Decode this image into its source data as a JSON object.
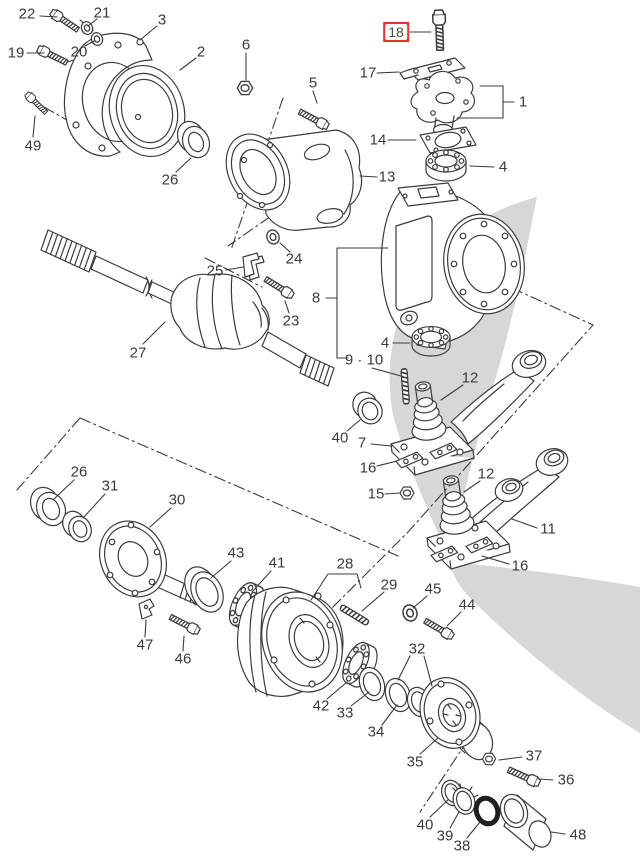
{
  "diagram": {
    "description": "Exploded parts diagram of a front axle steering knuckle and hub assembly",
    "colors": {
      "background": "#ffffff",
      "line": "#3c3c3c",
      "watermark": "#d7d7d7",
      "highlight_box": "#e5312b",
      "highlight_text": "#4a4a4a",
      "bold_ring": "#1e1e1e"
    },
    "highlighted_part": "18",
    "labels": [
      {
        "id": "22",
        "text": "22"
      },
      {
        "id": "21",
        "text": "21"
      },
      {
        "id": "19",
        "text": "19"
      },
      {
        "id": "20",
        "text": "20"
      },
      {
        "id": "3",
        "text": "3"
      },
      {
        "id": "2",
        "text": "2"
      },
      {
        "id": "49",
        "text": "49"
      },
      {
        "id": "26-upper",
        "text": "26"
      },
      {
        "id": "6",
        "text": "6"
      },
      {
        "id": "5",
        "text": "5"
      },
      {
        "id": "18",
        "text": "18"
      },
      {
        "id": "17",
        "text": "17"
      },
      {
        "id": "1",
        "text": "1"
      },
      {
        "id": "14",
        "text": "14"
      },
      {
        "id": "4-upper",
        "text": "4"
      },
      {
        "id": "13",
        "text": "13"
      },
      {
        "id": "24",
        "text": "24"
      },
      {
        "id": "25",
        "text": "25"
      },
      {
        "id": "23",
        "text": "23"
      },
      {
        "id": "27",
        "text": "27"
      },
      {
        "id": "8",
        "text": "8"
      },
      {
        "id": "4-lower",
        "text": "4"
      },
      {
        "id": "9-10",
        "text": "9 · 10"
      },
      {
        "id": "12-upper",
        "text": "12"
      },
      {
        "id": "40-upper",
        "text": "40"
      },
      {
        "id": "7",
        "text": "7"
      },
      {
        "id": "16-upper",
        "text": "16"
      },
      {
        "id": "15",
        "text": "15"
      },
      {
        "id": "12-lower",
        "text": "12"
      },
      {
        "id": "11",
        "text": "11"
      },
      {
        "id": "16-lower",
        "text": "16"
      },
      {
        "id": "26-lower",
        "text": "26"
      },
      {
        "id": "31",
        "text": "31"
      },
      {
        "id": "30",
        "text": "30"
      },
      {
        "id": "43",
        "text": "43"
      },
      {
        "id": "41",
        "text": "41"
      },
      {
        "id": "28",
        "text": "28"
      },
      {
        "id": "29",
        "text": "29"
      },
      {
        "id": "45",
        "text": "45"
      },
      {
        "id": "44",
        "text": "44"
      },
      {
        "id": "47",
        "text": "47"
      },
      {
        "id": "46",
        "text": "46"
      },
      {
        "id": "42",
        "text": "42"
      },
      {
        "id": "33",
        "text": "33"
      },
      {
        "id": "34",
        "text": "34"
      },
      {
        "id": "32",
        "text": "32"
      },
      {
        "id": "35",
        "text": "35"
      },
      {
        "id": "37",
        "text": "37"
      },
      {
        "id": "36",
        "text": "36"
      },
      {
        "id": "40-lower",
        "text": "40"
      },
      {
        "id": "39",
        "text": "39"
      },
      {
        "id": "38",
        "text": "38"
      },
      {
        "id": "48",
        "text": "48"
      }
    ]
  }
}
